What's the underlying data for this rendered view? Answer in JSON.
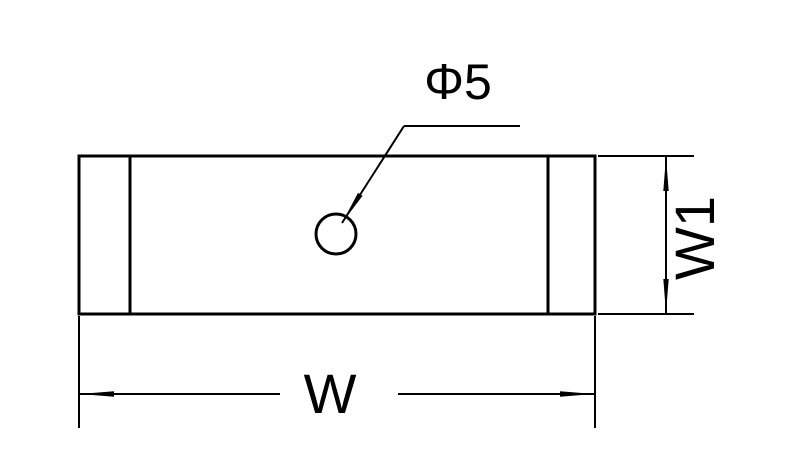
{
  "drawing": {
    "hole_label": "Φ5",
    "width_label": "W",
    "height_label": "W1"
  },
  "colors": {
    "line": "#000000",
    "background": "#ffffff"
  }
}
